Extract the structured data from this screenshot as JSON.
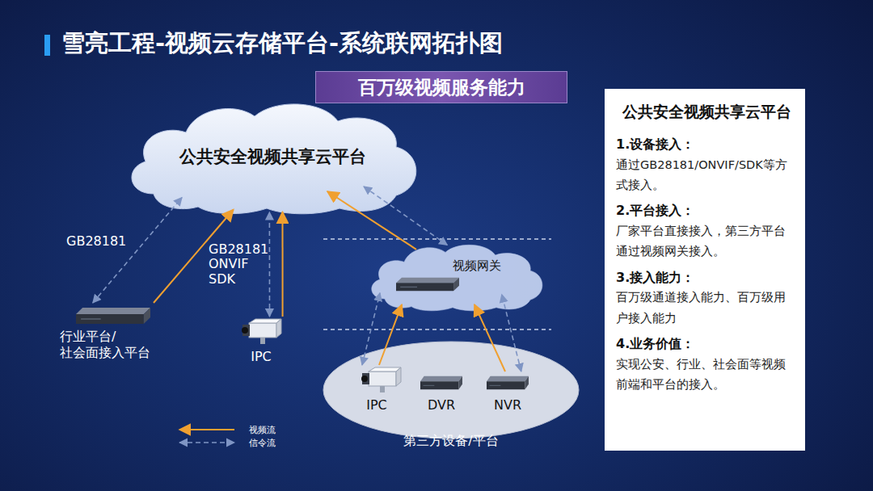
{
  "diagram": {
    "title": "雪亮工程-视频云存储平台-系统联网拓扑图",
    "nodes": [
      {
        "text": [
          "百万级视频服务能力"
        ]
      },
      {
        "text": [
          "公共安全视频共享云平台"
        ]
      },
      {
        "text": [
          "视频网关"
        ]
      },
      {
        "text": [
          "行业平台/ 社会面接入平台"
        ]
      },
      {
        "text": [
          "IPC"
        ]
      },
      {
        "text": [
          "第三方设备/平台"
        ]
      },
      {
        "text": [
          "IPC"
        ],
        "in": 5
      },
      {
        "text": [
          "DVR"
        ],
        "in": 5
      },
      {
        "text": [
          "NVR"
        ],
        "in": 5
      },
      {
        "text": [
          "公共安全视频共享云平台",
          "1.设备接入：",
          "通过GB28181/ONVIF/SDK等方式接入。",
          "2.平台接入：",
          "厂家平台直接接入，第三方平台通过视频网关接入。",
          "3.接入能力：",
          "百万级通道接入能力、百万级用户接入能力",
          "4.业务价值：",
          "实现公安、行业、社会面等视频前端和平台的接入。"
        ]
      }
    ],
    "edges": [
      {
        "from": 3,
        "to": 1,
        "arrow": "to"
      },
      {
        "from": 3,
        "to": 1,
        "arrow": "both",
        "label": "GB28181"
      },
      {
        "from": 4,
        "to": 1,
        "arrow": "to"
      },
      {
        "from": 4,
        "to": 1,
        "arrow": "both",
        "label": "GB28181 ONVIF SDK"
      },
      {
        "from": 2,
        "to": 1,
        "arrow": "to"
      },
      {
        "from": 2,
        "to": 1,
        "arrow": "both"
      },
      {
        "from": 6,
        "to": 2,
        "arrow": "to"
      },
      {
        "from": 6,
        "to": 2,
        "arrow": "both"
      },
      {
        "from": 8,
        "to": 2,
        "arrow": "to"
      },
      {
        "from": 8,
        "to": 2,
        "arrow": "both"
      }
    ],
    "legend": [
      {
        "text": "视频流"
      },
      {
        "text": "信令流"
      }
    ]
  }
}
